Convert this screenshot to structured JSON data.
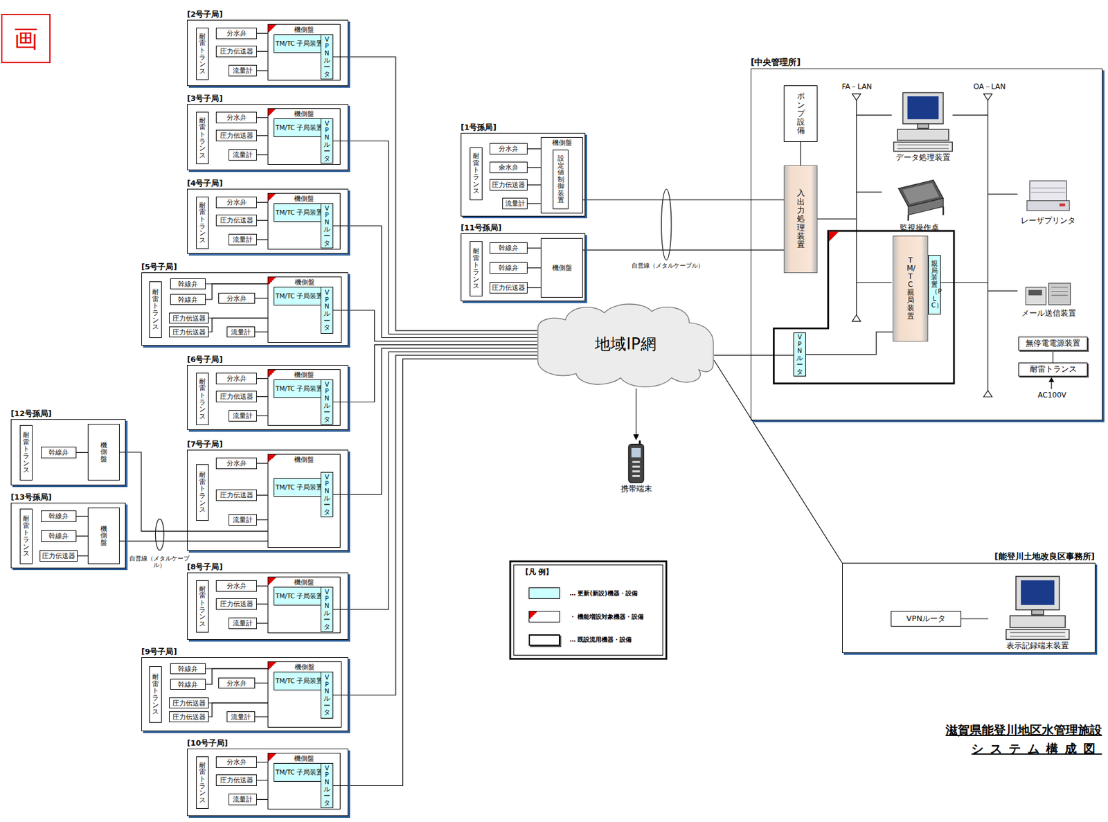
{
  "diagram": {
    "title": "滋賀県能登川地区水管理施設",
    "caption": "システム構成図",
    "nodes": [
      {
        "text": [
          "[2号子局]"
        ]
      },
      {
        "text": [
          "耐雷トランス"
        ],
        "in": 0
      },
      {
        "text": [
          "分水弁"
        ],
        "in": 0
      },
      {
        "text": [
          "圧力伝送器"
        ],
        "in": 0
      },
      {
        "text": [
          "流量計"
        ],
        "in": 0
      },
      {
        "text": [
          "機側盤"
        ],
        "in": 0
      },
      {
        "text": [
          "TM/TC 子局装置"
        ],
        "in": 5
      },
      {
        "text": [
          "VPNルータ"
        ],
        "in": 5
      },
      {
        "text": [
          "[3号子局]"
        ]
      },
      {
        "text": [
          "耐雷トランス"
        ],
        "in": 8
      },
      {
        "text": [
          "分水弁"
        ],
        "in": 8
      },
      {
        "text": [
          "圧力伝送器"
        ],
        "in": 8
      },
      {
        "text": [
          "流量計"
        ],
        "in": 8
      },
      {
        "text": [
          "機側盤"
        ],
        "in": 8
      },
      {
        "text": [
          "TM/TC 子局装置"
        ],
        "in": 13
      },
      {
        "text": [
          "VPNルータ"
        ],
        "in": 13
      },
      {
        "text": [
          "[4号子局]"
        ]
      },
      {
        "text": [
          "耐雷トランス"
        ],
        "in": 16
      },
      {
        "text": [
          "分水弁"
        ],
        "in": 16
      },
      {
        "text": [
          "圧力伝送器"
        ],
        "in": 16
      },
      {
        "text": [
          "流量計"
        ],
        "in": 16
      },
      {
        "text": [
          "機側盤"
        ],
        "in": 16
      },
      {
        "text": [
          "TM/TC 子局装置"
        ],
        "in": 21
      },
      {
        "text": [
          "VPNルータ"
        ],
        "in": 21
      },
      {
        "text": [
          "[5号子局]"
        ]
      },
      {
        "text": [
          "耐雷トランス"
        ],
        "in": 24
      },
      {
        "text": [
          "幹線弁"
        ],
        "in": 24
      },
      {
        "text": [
          "幹線弁"
        ],
        "in": 24
      },
      {
        "text": [
          "分水弁"
        ],
        "in": 24
      },
      {
        "text": [
          "圧力伝送器"
        ],
        "in": 24
      },
      {
        "text": [
          "圧力伝送器"
        ],
        "in": 24
      },
      {
        "text": [
          "流量計"
        ],
        "in": 24
      },
      {
        "text": [
          "機側盤"
        ],
        "in": 24
      },
      {
        "text": [
          "TM/TC 子局装置"
        ],
        "in": 32
      },
      {
        "text": [
          "VPNルータ"
        ],
        "in": 32
      },
      {
        "text": [
          "[6号子局]"
        ]
      },
      {
        "text": [
          "耐雷トランス"
        ],
        "in": 35
      },
      {
        "text": [
          "分水弁"
        ],
        "in": 35
      },
      {
        "text": [
          "圧力伝送器"
        ],
        "in": 35
      },
      {
        "text": [
          "流量計"
        ],
        "in": 35
      },
      {
        "text": [
          "機側盤"
        ],
        "in": 35
      },
      {
        "text": [
          "TM/TC 子局装置"
        ],
        "in": 40
      },
      {
        "text": [
          "VPNルータ"
        ],
        "in": 40
      },
      {
        "text": [
          "[7号子局]"
        ]
      },
      {
        "text": [
          "耐雷トランス"
        ],
        "in": 43
      },
      {
        "text": [
          "分水弁"
        ],
        "in": 43
      },
      {
        "text": [
          "圧力伝送器"
        ],
        "in": 43
      },
      {
        "text": [
          "流量計"
        ],
        "in": 43
      },
      {
        "text": [
          "機側盤"
        ],
        "in": 43
      },
      {
        "text": [
          "TM/TC 子局装置"
        ],
        "in": 48
      },
      {
        "text": [
          "VPNルータ"
        ],
        "in": 48
      },
      {
        "text": [
          "[8号子局]"
        ]
      },
      {
        "text": [
          "耐雷トランス"
        ],
        "in": 51
      },
      {
        "text": [
          "分水弁"
        ],
        "in": 51
      },
      {
        "text": [
          "圧力伝送器"
        ],
        "in": 51
      },
      {
        "text": [
          "流量計"
        ],
        "in": 51
      },
      {
        "text": [
          "機側盤"
        ],
        "in": 51
      },
      {
        "text": [
          "TM/TC 子局装置"
        ],
        "in": 56
      },
      {
        "text": [
          "VPNルータ"
        ],
        "in": 56
      },
      {
        "text": [
          "[9号子局]"
        ]
      },
      {
        "text": [
          "耐雷トランス"
        ],
        "in": 59
      },
      {
        "text": [
          "幹線弁"
        ],
        "in": 59
      },
      {
        "text": [
          "幹線弁"
        ],
        "in": 59
      },
      {
        "text": [
          "分水弁"
        ],
        "in": 59
      },
      {
        "text": [
          "圧力伝送器"
        ],
        "in": 59
      },
      {
        "text": [
          "圧力伝送器"
        ],
        "in": 59
      },
      {
        "text": [
          "流量計"
        ],
        "in": 59
      },
      {
        "text": [
          "機側盤"
        ],
        "in": 59
      },
      {
        "text": [
          "TM/TC 子局装置"
        ],
        "in": 67
      },
      {
        "text": [
          "VPNルータ"
        ],
        "in": 67
      },
      {
        "text": [
          "[10号子局]"
        ]
      },
      {
        "text": [
          "耐雷トランス"
        ],
        "in": 70
      },
      {
        "text": [
          "分水弁"
        ],
        "in": 70
      },
      {
        "text": [
          "圧力伝送器"
        ],
        "in": 70
      },
      {
        "text": [
          "流量計"
        ],
        "in": 70
      },
      {
        "text": [
          "機側盤"
        ],
        "in": 70
      },
      {
        "text": [
          "TM/TC 子局装置"
        ],
        "in": 75
      },
      {
        "text": [
          "VPNルータ"
        ],
        "in": 75
      },
      {
        "text": [
          "[12号孫局]"
        ]
      },
      {
        "text": [
          "耐雷トランス"
        ],
        "in": 78
      },
      {
        "text": [
          "幹線弁"
        ],
        "in": 78
      },
      {
        "text": [
          "機側盤"
        ],
        "in": 78
      },
      {
        "text": [
          "[13号孫局]"
        ]
      },
      {
        "text": [
          "耐雷トランス"
        ],
        "in": 82
      },
      {
        "text": [
          "幹線弁"
        ],
        "in": 82
      },
      {
        "text": [
          "幹線弁"
        ],
        "in": 82
      },
      {
        "text": [
          "圧力伝送器"
        ],
        "in": 82
      },
      {
        "text": [
          "機側盤"
        ],
        "in": 82
      },
      {
        "text": [
          "[1号孫局]"
        ]
      },
      {
        "text": [
          "耐雷トランス"
        ],
        "in": 88
      },
      {
        "text": [
          "分水弁"
        ],
        "in": 88
      },
      {
        "text": [
          "余水弁"
        ],
        "in": 88
      },
      {
        "text": [
          "圧力伝送器"
        ],
        "in": 88
      },
      {
        "text": [
          "流量計"
        ],
        "in": 88
      },
      {
        "text": [
          "機側盤"
        ],
        "in": 88
      },
      {
        "text": [
          "設定値制御装置"
        ],
        "in": 94
      },
      {
        "text": [
          "[11号孫局]"
        ]
      },
      {
        "text": [
          "耐雷トランス"
        ],
        "in": 96
      },
      {
        "text": [
          "幹線弁"
        ],
        "in": 96
      },
      {
        "text": [
          "幹線弁"
        ],
        "in": 96
      },
      {
        "text": [
          "圧力伝送器"
        ],
        "in": 96
      },
      {
        "text": [
          "機側盤"
        ],
        "in": 96
      },
      {
        "text": [
          "[中央管理所]"
        ]
      },
      {
        "text": [
          "ポンプ設備"
        ],
        "in": 102
      },
      {
        "text": [
          "入出力処理装置"
        ],
        "in": 102
      },
      {
        "text": [
          "データ処理装置"
        ],
        "in": 102
      },
      {
        "text": [
          "監視操作卓"
        ],
        "in": 102
      },
      {
        "text": [
          "レーザプリンタ"
        ],
        "in": 102
      },
      {
        "text": [
          "TM/TC親局装置"
        ],
        "in": 102
      },
      {
        "text": [
          "親局装置（PLC）"
        ],
        "in": 102
      },
      {
        "text": [
          "VPNルータ"
        ],
        "in": 102
      },
      {
        "text": [
          "メール送信装置"
        ],
        "in": 102
      },
      {
        "text": [
          "無停電電源装置"
        ],
        "in": 102
      },
      {
        "text": [
          "耐雷トランス"
        ],
        "in": 102
      },
      {
        "text": [
          "地域IP網"
        ]
      },
      {
        "text": [
          "携帯端末"
        ]
      },
      {
        "text": [
          "[能登川土地改良区事務所]"
        ]
      },
      {
        "text": [
          "VPNルータ"
        ],
        "in": 116
      },
      {
        "text": [
          "表示記録端末装置"
        ],
        "in": 116
      }
    ],
    "edges": [
      {
        "from": 2,
        "to": 5,
        "arrow": "none"
      },
      {
        "from": 3,
        "to": 5,
        "arrow": "none"
      },
      {
        "from": 4,
        "to": 5,
        "arrow": "none"
      },
      {
        "from": 6,
        "to": 7,
        "arrow": "none"
      },
      {
        "from": 7,
        "to": 114,
        "arrow": "none"
      },
      {
        "from": 10,
        "to": 13,
        "arrow": "none"
      },
      {
        "from": 11,
        "to": 13,
        "arrow": "none"
      },
      {
        "from": 12,
        "to": 13,
        "arrow": "none"
      },
      {
        "from": 14,
        "to": 15,
        "arrow": "none"
      },
      {
        "from": 15,
        "to": 114,
        "arrow": "none"
      },
      {
        "from": 18,
        "to": 21,
        "arrow": "none"
      },
      {
        "from": 19,
        "to": 21,
        "arrow": "none"
      },
      {
        "from": 20,
        "to": 21,
        "arrow": "none"
      },
      {
        "from": 22,
        "to": 23,
        "arrow": "none"
      },
      {
        "from": 23,
        "to": 114,
        "arrow": "none"
      },
      {
        "from": 26,
        "to": 32,
        "arrow": "none"
      },
      {
        "from": 27,
        "to": 32,
        "arrow": "none"
      },
      {
        "from": 28,
        "to": 32,
        "arrow": "none"
      },
      {
        "from": 29,
        "to": 32,
        "arrow": "none"
      },
      {
        "from": 30,
        "to": 32,
        "arrow": "none"
      },
      {
        "from": 31,
        "to": 32,
        "arrow": "none"
      },
      {
        "from": 33,
        "to": 34,
        "arrow": "none"
      },
      {
        "from": 34,
        "to": 114,
        "arrow": "none"
      },
      {
        "from": 37,
        "to": 40,
        "arrow": "none"
      },
      {
        "from": 38,
        "to": 40,
        "arrow": "none"
      },
      {
        "from": 39,
        "to": 40,
        "arrow": "none"
      },
      {
        "from": 41,
        "to": 42,
        "arrow": "none"
      },
      {
        "from": 42,
        "to": 114,
        "arrow": "none"
      },
      {
        "from": 45,
        "to": 48,
        "arrow": "none"
      },
      {
        "from": 46,
        "to": 48,
        "arrow": "none"
      },
      {
        "from": 47,
        "to": 48,
        "arrow": "none"
      },
      {
        "from": 49,
        "to": 50,
        "arrow": "none"
      },
      {
        "from": 50,
        "to": 114,
        "arrow": "none"
      },
      {
        "from": 53,
        "to": 56,
        "arrow": "none"
      },
      {
        "from": 54,
        "to": 56,
        "arrow": "none"
      },
      {
        "from": 55,
        "to": 56,
        "arrow": "none"
      },
      {
        "from": 57,
        "to": 58,
        "arrow": "none"
      },
      {
        "from": 58,
        "to": 114,
        "arrow": "none"
      },
      {
        "from": 61,
        "to": 67,
        "arrow": "none"
      },
      {
        "from": 62,
        "to": 67,
        "arrow": "none"
      },
      {
        "from": 63,
        "to": 67,
        "arrow": "none"
      },
      {
        "from": 64,
        "to": 67,
        "arrow": "none"
      },
      {
        "from": 65,
        "to": 67,
        "arrow": "none"
      },
      {
        "from": 66,
        "to": 67,
        "arrow": "none"
      },
      {
        "from": 68,
        "to": 69,
        "arrow": "none"
      },
      {
        "from": 69,
        "to": 114,
        "arrow": "none"
      },
      {
        "from": 72,
        "to": 75,
        "arrow": "none"
      },
      {
        "from": 73,
        "to": 75,
        "arrow": "none"
      },
      {
        "from": 74,
        "to": 75,
        "arrow": "none"
      },
      {
        "from": 76,
        "to": 77,
        "arrow": "none"
      },
      {
        "from": 77,
        "to": 114,
        "arrow": "none"
      },
      {
        "from": 80,
        "to": 81,
        "arrow": "none"
      },
      {
        "from": 81,
        "to": 48,
        "arrow": "none"
      },
      {
        "from": 84,
        "to": 87,
        "arrow": "none"
      },
      {
        "from": 85,
        "to": 87,
        "arrow": "none"
      },
      {
        "from": 86,
        "to": 87,
        "arrow": "none"
      },
      {
        "from": 87,
        "to": 48,
        "arrow": "none"
      },
      {
        "from": 90,
        "to": 94,
        "arrow": "none"
      },
      {
        "from": 91,
        "to": 94,
        "arrow": "none"
      },
      {
        "from": 92,
        "to": 94,
        "arrow": "none"
      },
      {
        "from": 93,
        "to": 94,
        "arrow": "none"
      },
      {
        "from": 94,
        "to": 104,
        "arrow": "none"
      },
      {
        "from": 98,
        "to": 101,
        "arrow": "none"
      },
      {
        "from": 99,
        "to": 101,
        "arrow": "none"
      },
      {
        "from": 100,
        "to": 101,
        "arrow": "none"
      },
      {
        "from": 101,
        "to": 104,
        "arrow": "none"
      },
      {
        "from": 103,
        "to": 104,
        "arrow": "none"
      },
      {
        "from": 114,
        "to": 110,
        "arrow": "none"
      },
      {
        "from": 110,
        "to": 108,
        "arrow": "none"
      },
      {
        "from": 113,
        "to": 112,
        "arrow": "none"
      },
      {
        "from": 114,
        "to": 115,
        "arrow": "to"
      },
      {
        "from": 114,
        "to": 116,
        "arrow": "none"
      },
      {
        "from": 117,
        "to": 118,
        "arrow": "none"
      }
    ],
    "labels": [
      "画",
      "自営線（メタルケーブル）",
      "自営線（メタルケーブル）",
      "FA－LAN",
      "OA－LAN",
      "AC100V",
      "【凡 例】"
    ],
    "legend": [
      {
        "text": "… 更新(新設)機器・設備",
        "color": "#ccffff"
      },
      {
        "text": "・ 機能増設対象機器・設備"
      },
      {
        "text": "… 既設流用機器・設備"
      }
    ]
  }
}
